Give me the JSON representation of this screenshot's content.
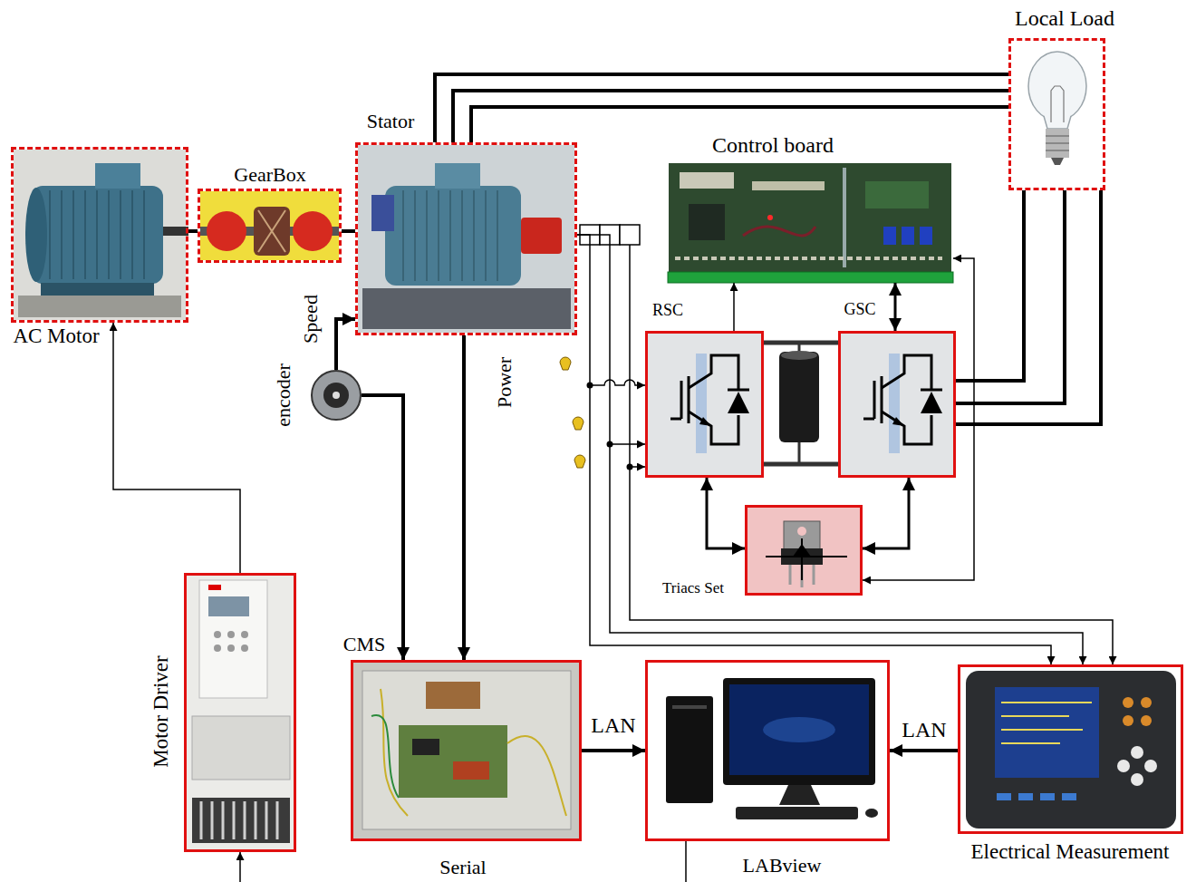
{
  "diagram": {
    "nodes": [
      {
        "text": [
          "AC Motor"
        ]
      },
      {
        "text": [
          "GearBox"
        ]
      },
      {
        "text": [
          "Stator"
        ]
      },
      {
        "text": [
          "Local Load"
        ]
      },
      {
        "text": [
          "Control board"
        ]
      },
      {
        "text": [
          "RSC"
        ]
      },
      {
        "text": [
          "GSC"
        ]
      },
      {
        "text": [
          "Triacs Set"
        ]
      },
      {
        "text": [
          "encoder"
        ]
      },
      {
        "text": [
          "Motor Driver"
        ]
      },
      {
        "text": [
          "CMS"
        ]
      },
      {
        "text": [
          "LABview"
        ]
      },
      {
        "text": [
          "Electrical Measurement"
        ]
      }
    ],
    "edges": [
      {
        "from": 9,
        "to": 0,
        "arrow": "to"
      },
      {
        "from": 0,
        "to": 1,
        "arrow": "none"
      },
      {
        "from": 1,
        "to": 2,
        "arrow": "none"
      },
      {
        "from": 8,
        "to": 2,
        "arrow": "to",
        "label": "Speed"
      },
      {
        "from": 8,
        "to": 10,
        "arrow": "to"
      },
      {
        "from": 2,
        "to": 10,
        "arrow": "to"
      },
      {
        "from": 2,
        "to": 3,
        "arrow": "none"
      },
      {
        "from": 6,
        "to": 3,
        "arrow": "none"
      },
      {
        "from": 2,
        "to": 5,
        "arrow": "to"
      },
      {
        "from": 5,
        "to": 4,
        "arrow": "to"
      },
      {
        "from": 4,
        "to": 6,
        "arrow": "both"
      },
      {
        "from": 4,
        "to": 7,
        "arrow": "both"
      },
      {
        "from": 5,
        "to": 7,
        "arrow": "both"
      },
      {
        "from": 6,
        "to": 7,
        "arrow": "both"
      },
      {
        "from": 10,
        "to": 11,
        "arrow": "to",
        "label": "LAN"
      },
      {
        "from": 12,
        "to": 11,
        "arrow": "to",
        "label": "LAN"
      },
      {
        "from": 2,
        "to": 12,
        "arrow": "to"
      }
    ],
    "labels": [
      "Power",
      "Serial"
    ]
  }
}
